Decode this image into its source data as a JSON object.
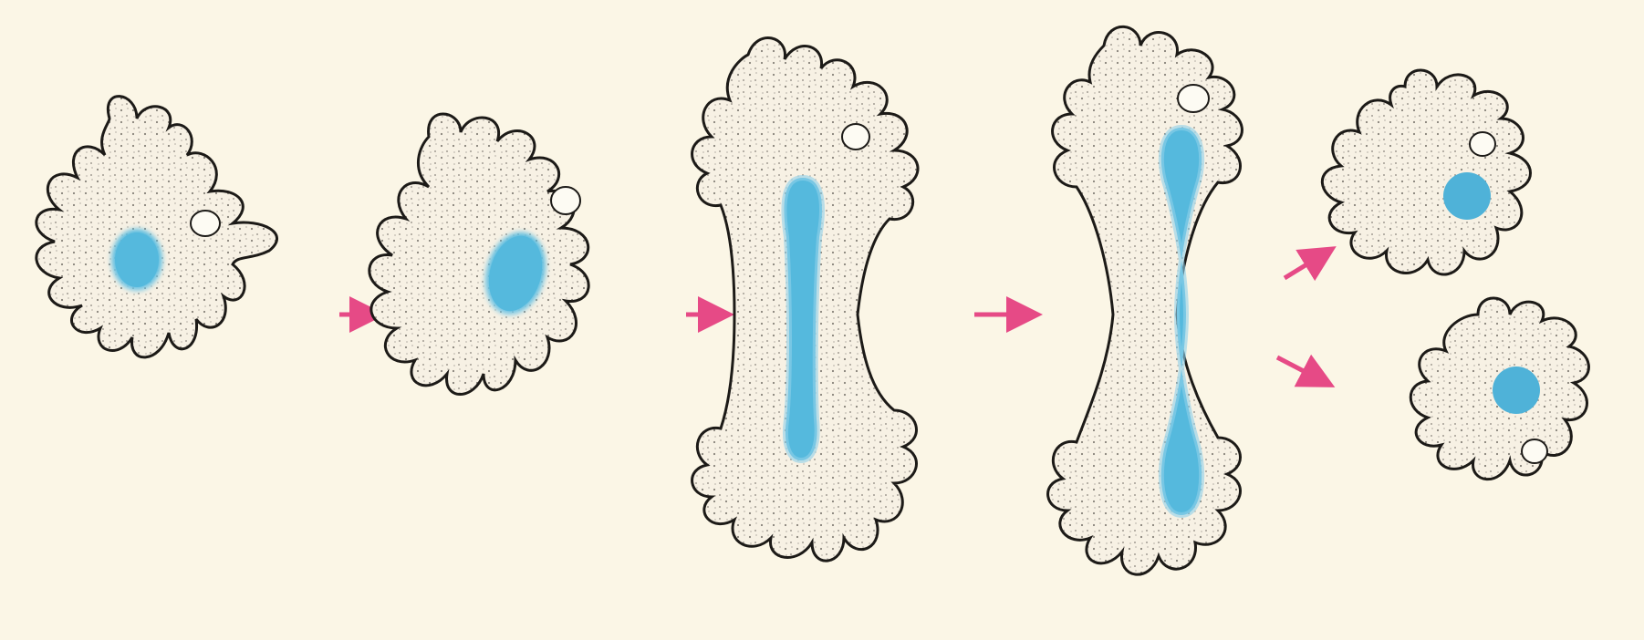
{
  "diagram": {
    "stages": [
      {
        "id": "stage-1",
        "nucleus": "round"
      },
      {
        "id": "stage-2",
        "nucleus": "oval"
      },
      {
        "id": "stage-3",
        "nucleus": "elongated"
      },
      {
        "id": "stage-4",
        "nucleus": "dividing"
      },
      {
        "id": "stage-5a",
        "nucleus": "round"
      },
      {
        "id": "stage-5b",
        "nucleus": "round"
      }
    ],
    "arrows": 5
  },
  "colors": {
    "background": "#fbf6e6",
    "outline": "#1c1a17",
    "cytoplasm": "#f7f1e4",
    "nucleus": "#55b9dd",
    "arrow": "#e64a86"
  }
}
